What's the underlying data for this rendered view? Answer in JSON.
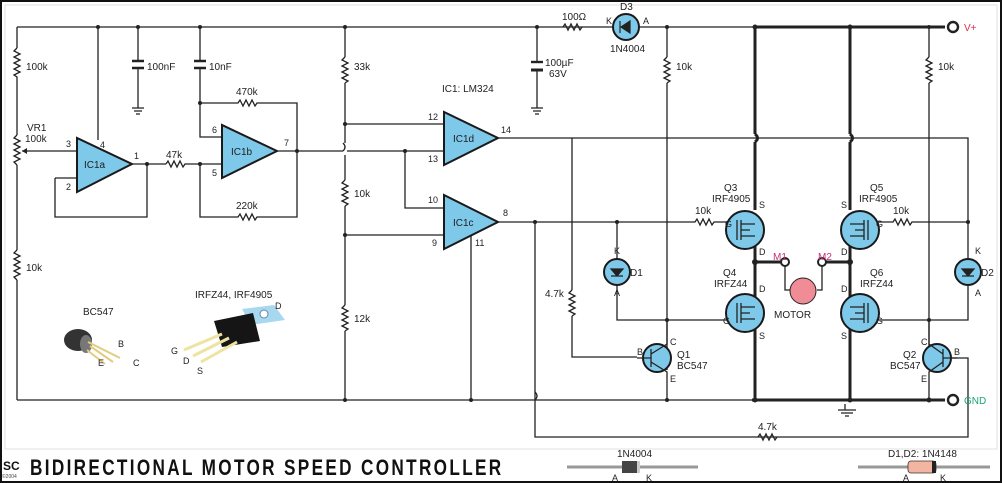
{
  "title": "BIDIRECTIONAL MOTOR SPEED CONTROLLER",
  "logo": {
    "text": "SC",
    "year": "©2004"
  },
  "colors": {
    "opamp_fill": "#7ec8ea",
    "motor_fill": "#f08c96",
    "vplus": "#d9334f",
    "gnd": "#1aa37a",
    "m_label": "#c2307a"
  },
  "ic": {
    "header": "IC1: LM324",
    "a": "IC1a",
    "b": "IC1b",
    "c": "IC1c",
    "d": "IC1d"
  },
  "pins": {
    "a3": "3",
    "a2": "2",
    "a4": "4",
    "a1": "1",
    "b6": "6",
    "b5": "5",
    "b7": "7",
    "d12": "12",
    "d13": "13",
    "d14": "14",
    "c10": "10",
    "c9": "9",
    "c8": "8",
    "c11": "11"
  },
  "resistors": {
    "r_100k": "100k",
    "vr1_name": "VR1",
    "vr1_val": "100k",
    "r_10k_left": "10k",
    "r_47k": "47k",
    "r_470k": "470k",
    "r_220k": "220k",
    "r_33k": "33k",
    "r_10k_mid": "10k",
    "r_12k": "12k",
    "r_100ohm": "100Ω",
    "r_10k_d3": "10k",
    "r_10k_right": "10k",
    "r_10k_q3": "10k",
    "r_10k_q5": "10k",
    "r_4k7_q1": "4.7k",
    "r_4k7_bottom": "4.7k"
  },
  "capacitors": {
    "c_100nf": "100nF",
    "c_10nf": "10nF",
    "c_100uf": "100µF",
    "c_100uf_v": "63V"
  },
  "diodes": {
    "d3": "D3",
    "d3_type": "1N4004",
    "d1": "D1",
    "d2": "D2",
    "k": "K",
    "a": "A"
  },
  "transistors": {
    "q1": "Q1",
    "q1_type": "BC547",
    "q2": "Q2",
    "q2_type": "BC547",
    "q3": "Q3",
    "q3_type": "IRF4905",
    "q4": "Q4",
    "q4_type": "IRFZ44",
    "q5": "Q5",
    "q5_type": "IRF4905",
    "q6": "Q6",
    "q6_type": "IRFZ44",
    "b": "B",
    "c": "C",
    "e": "E",
    "g": "G",
    "d": "D",
    "s": "S"
  },
  "motor": {
    "label": "MOTOR",
    "m1": "M1",
    "m2": "M2"
  },
  "terminals": {
    "vplus": "V+",
    "gnd": "GND"
  },
  "packages": {
    "bc547": "BC547",
    "bc547_b": "B",
    "bc547_c": "C",
    "bc547_e": "E",
    "to220": "IRFZ44, IRF4905",
    "to220_g": "G",
    "to220_d": "D",
    "to220_s": "S",
    "to220_tab": "D"
  },
  "legend": {
    "diode1": "1N4004",
    "diode2": "D1,D2: 1N4148",
    "a": "A",
    "k": "K"
  }
}
